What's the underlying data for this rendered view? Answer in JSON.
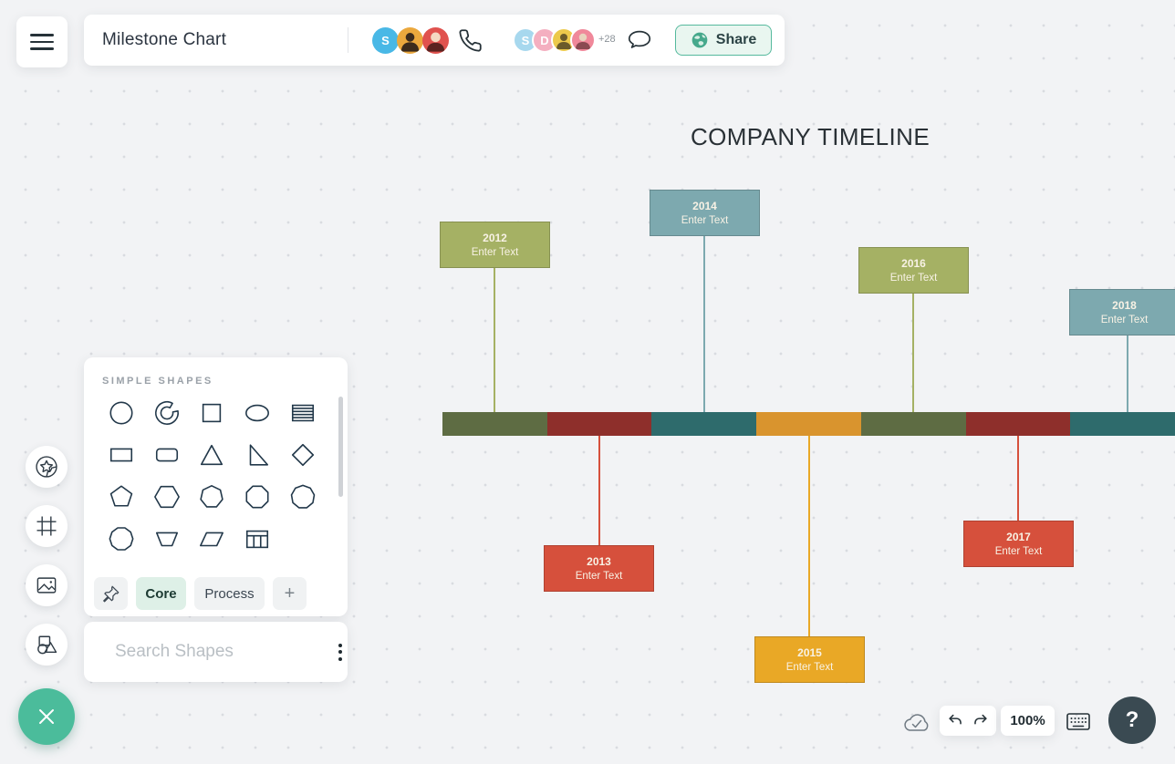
{
  "topbar": {
    "title": "Milestone Chart",
    "share_label": "Share",
    "avatar_s": "S",
    "avatar_group": {
      "s": "S",
      "d": "D",
      "overflow": "+28"
    },
    "icons": [
      "menu-icon",
      "dropdown-caret-icon",
      "phone-icon",
      "chat-bubble-icon",
      "globe-icon"
    ]
  },
  "canvas": {
    "title": "COMPANY TIMELINE",
    "milestones": [
      {
        "year": "2012",
        "label": "Enter Text",
        "color": "#a5b164",
        "position": "top"
      },
      {
        "year": "2013",
        "label": "Enter Text",
        "color": "#d6503c",
        "position": "bottom"
      },
      {
        "year": "2014",
        "label": "Enter Text",
        "color": "#7da9af",
        "position": "top"
      },
      {
        "year": "2015",
        "label": "Enter Text",
        "color": "#e9a826",
        "position": "bottom"
      },
      {
        "year": "2016",
        "label": "Enter Text",
        "color": "#a5b164",
        "position": "top"
      },
      {
        "year": "2017",
        "label": "Enter Text",
        "color": "#d6503c",
        "position": "bottom"
      },
      {
        "year": "2018",
        "label": "Enter Text",
        "color": "#7da9af",
        "position": "top"
      }
    ],
    "bar_colors": [
      "#5e6c43",
      "#8e2f2b",
      "#2e6b6c",
      "#d9942e",
      "#5e6c43",
      "#8e2f2b",
      "#2e6b6c"
    ]
  },
  "left_rail": {
    "icons": [
      "sticker-icon",
      "frame-icon",
      "image-icon",
      "shapes-icon",
      "close-icon"
    ]
  },
  "shapes_panel": {
    "header": "SIMPLE SHAPES",
    "shapes": [
      "circle",
      "arc",
      "square",
      "ellipse",
      "striped-table",
      "rectangle",
      "rounded-rectangle",
      "triangle",
      "right-triangle",
      "diamond",
      "pentagon",
      "hexagon",
      "heptagon",
      "octagon",
      "nonagon",
      "decagon",
      "trapezoid",
      "parallelogram",
      "table"
    ],
    "tabs": [
      {
        "label": "Core",
        "active": true
      },
      {
        "label": "Process",
        "active": false
      }
    ],
    "add_tab_label": "+",
    "search_placeholder": "Search Shapes",
    "icons": [
      "pin-icon",
      "search-icon",
      "kebab-menu-icon"
    ]
  },
  "statusbar": {
    "zoom_level": "100%",
    "help_label": "?",
    "icons": [
      "cloud-synced-icon",
      "undo-icon",
      "redo-icon",
      "keyboard-icon",
      "help-icon"
    ]
  }
}
